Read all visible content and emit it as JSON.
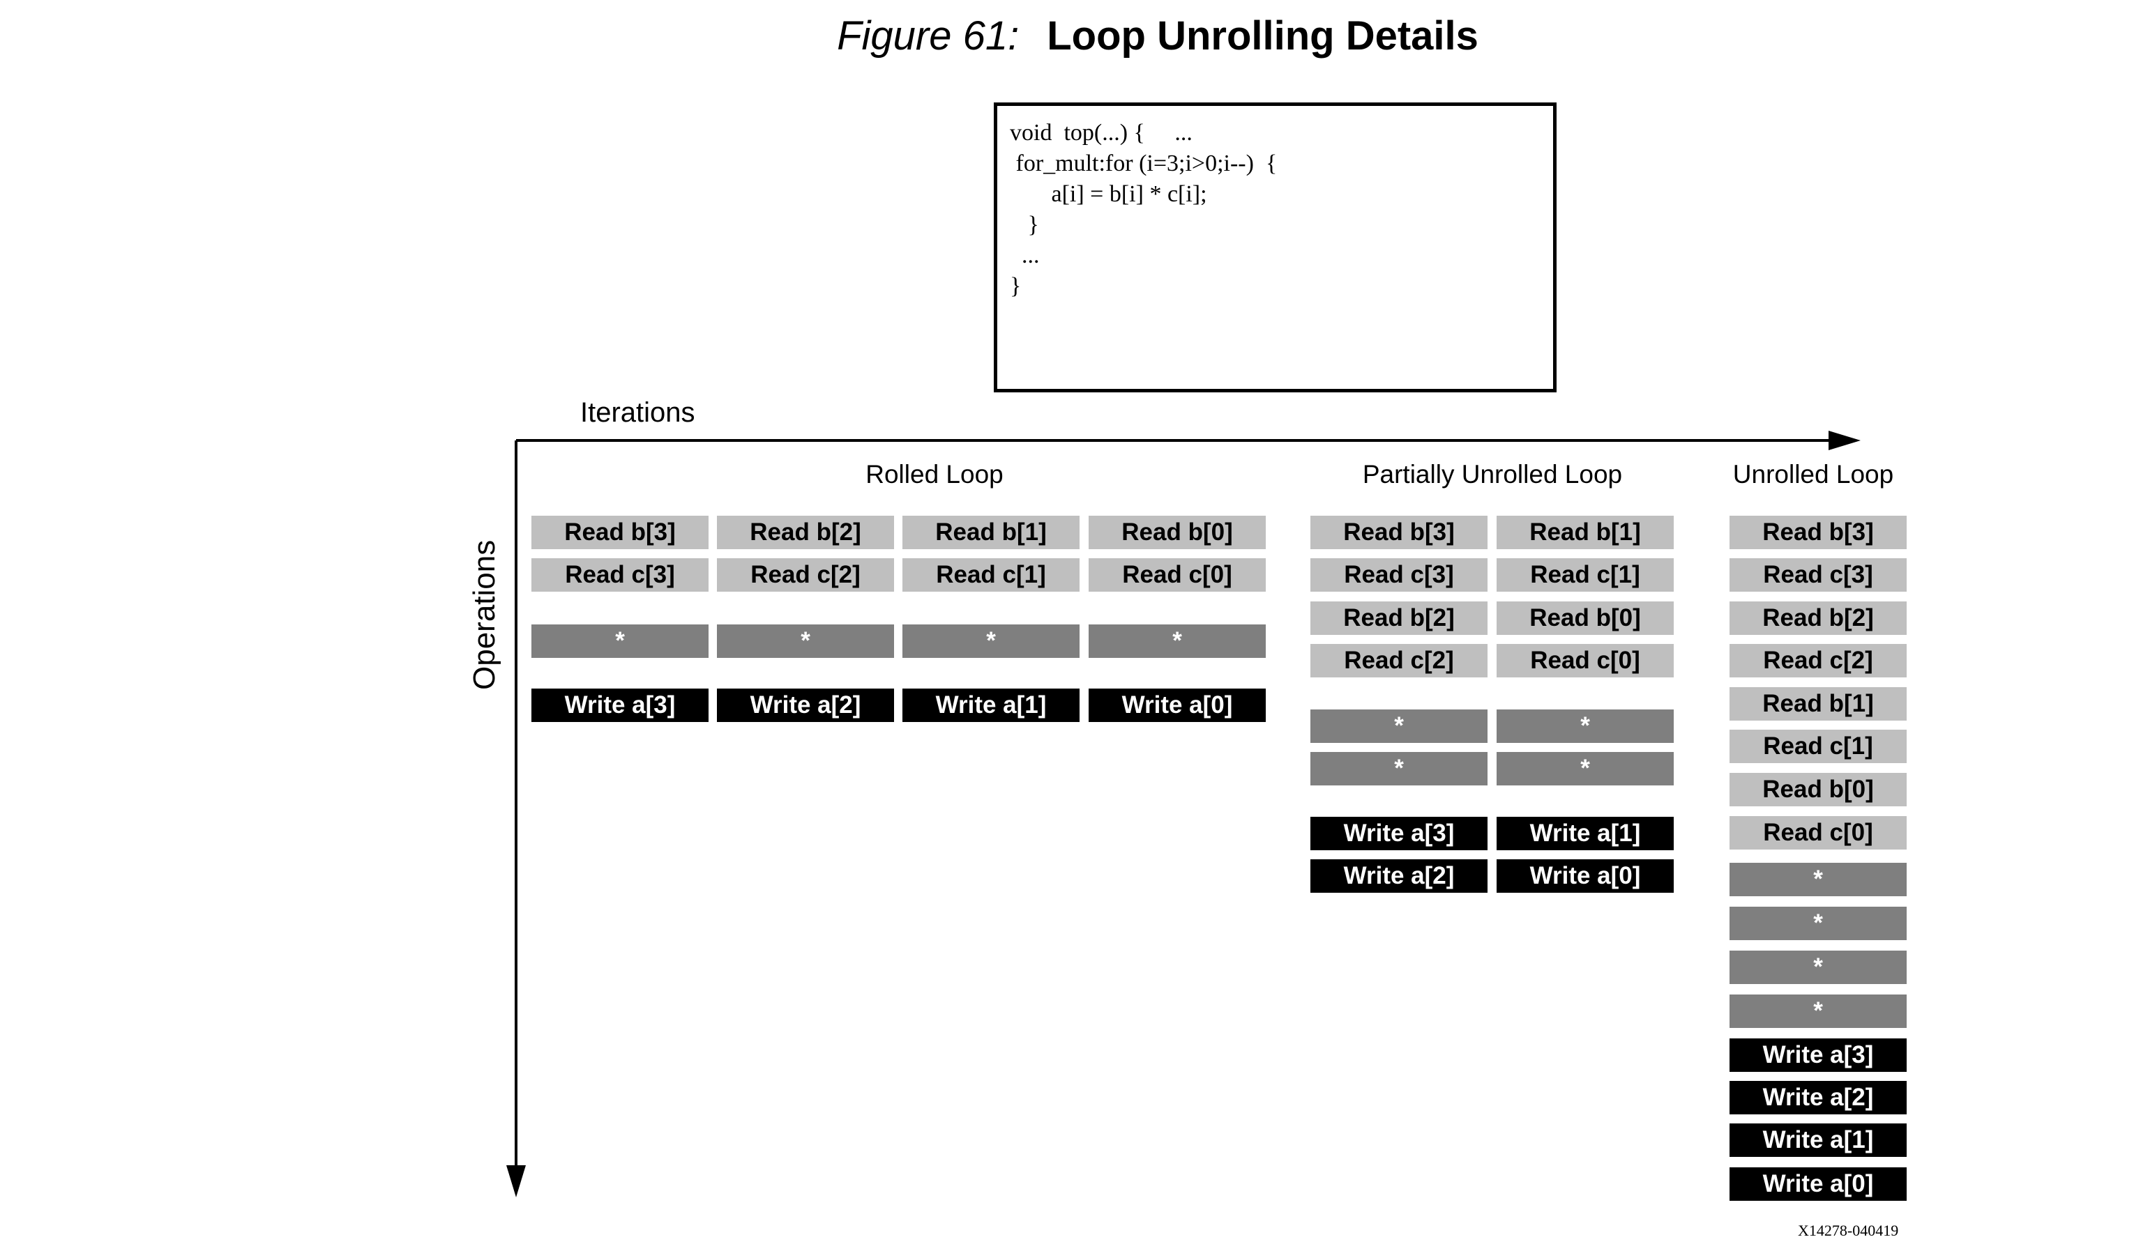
{
  "caption": {
    "figure_label": "Figure 61:",
    "title": "Loop Unrolling Details"
  },
  "code": {
    "lines": [
      "void  top(...) {     ...",
      " for_mult:for (i=3;i>0;i--)  {",
      "       a[i] = b[i] * c[i];",
      "   }",
      "  ...",
      "}"
    ]
  },
  "axes": {
    "x_label": "Iterations",
    "y_label": "Operations"
  },
  "sections": {
    "rolled": {
      "title": "Rolled Loop",
      "columns": [
        [
          "Read b[3]",
          "Read c[3]",
          "*",
          "Write a[3]"
        ],
        [
          "Read b[2]",
          "Read c[2]",
          "*",
          "Write a[2]"
        ],
        [
          "Read b[1]",
          "Read c[1]",
          "*",
          "Write a[1]"
        ],
        [
          "Read b[0]",
          "Read c[0]",
          "*",
          "Write a[0]"
        ]
      ]
    },
    "partial": {
      "title": "Partially Unrolled Loop",
      "columns": [
        [
          "Read b[3]",
          "Read c[3]",
          "Read b[2]",
          "Read c[2]",
          "*",
          "*",
          "Write a[3]",
          "Write a[2]"
        ],
        [
          "Read b[1]",
          "Read c[1]",
          "Read b[0]",
          "Read c[0]",
          "*",
          "*",
          "Write a[1]",
          "Write a[0]"
        ]
      ]
    },
    "unrolled": {
      "title": "Unrolled Loop",
      "columns": [
        [
          "Read b[3]",
          "Read c[3]",
          "Read b[2]",
          "Read c[2]",
          "Read b[1]",
          "Read c[1]",
          "Read b[0]",
          "Read c[0]",
          "*",
          "*",
          "*",
          "*",
          "Write a[3]",
          "Write a[2]",
          "Write a[1]",
          "Write a[0]"
        ]
      ]
    }
  },
  "colors": {
    "read": "#bfbfbf",
    "multiply": "#7f7f7f",
    "write": "#000000"
  },
  "footnote": "X14278-040419"
}
